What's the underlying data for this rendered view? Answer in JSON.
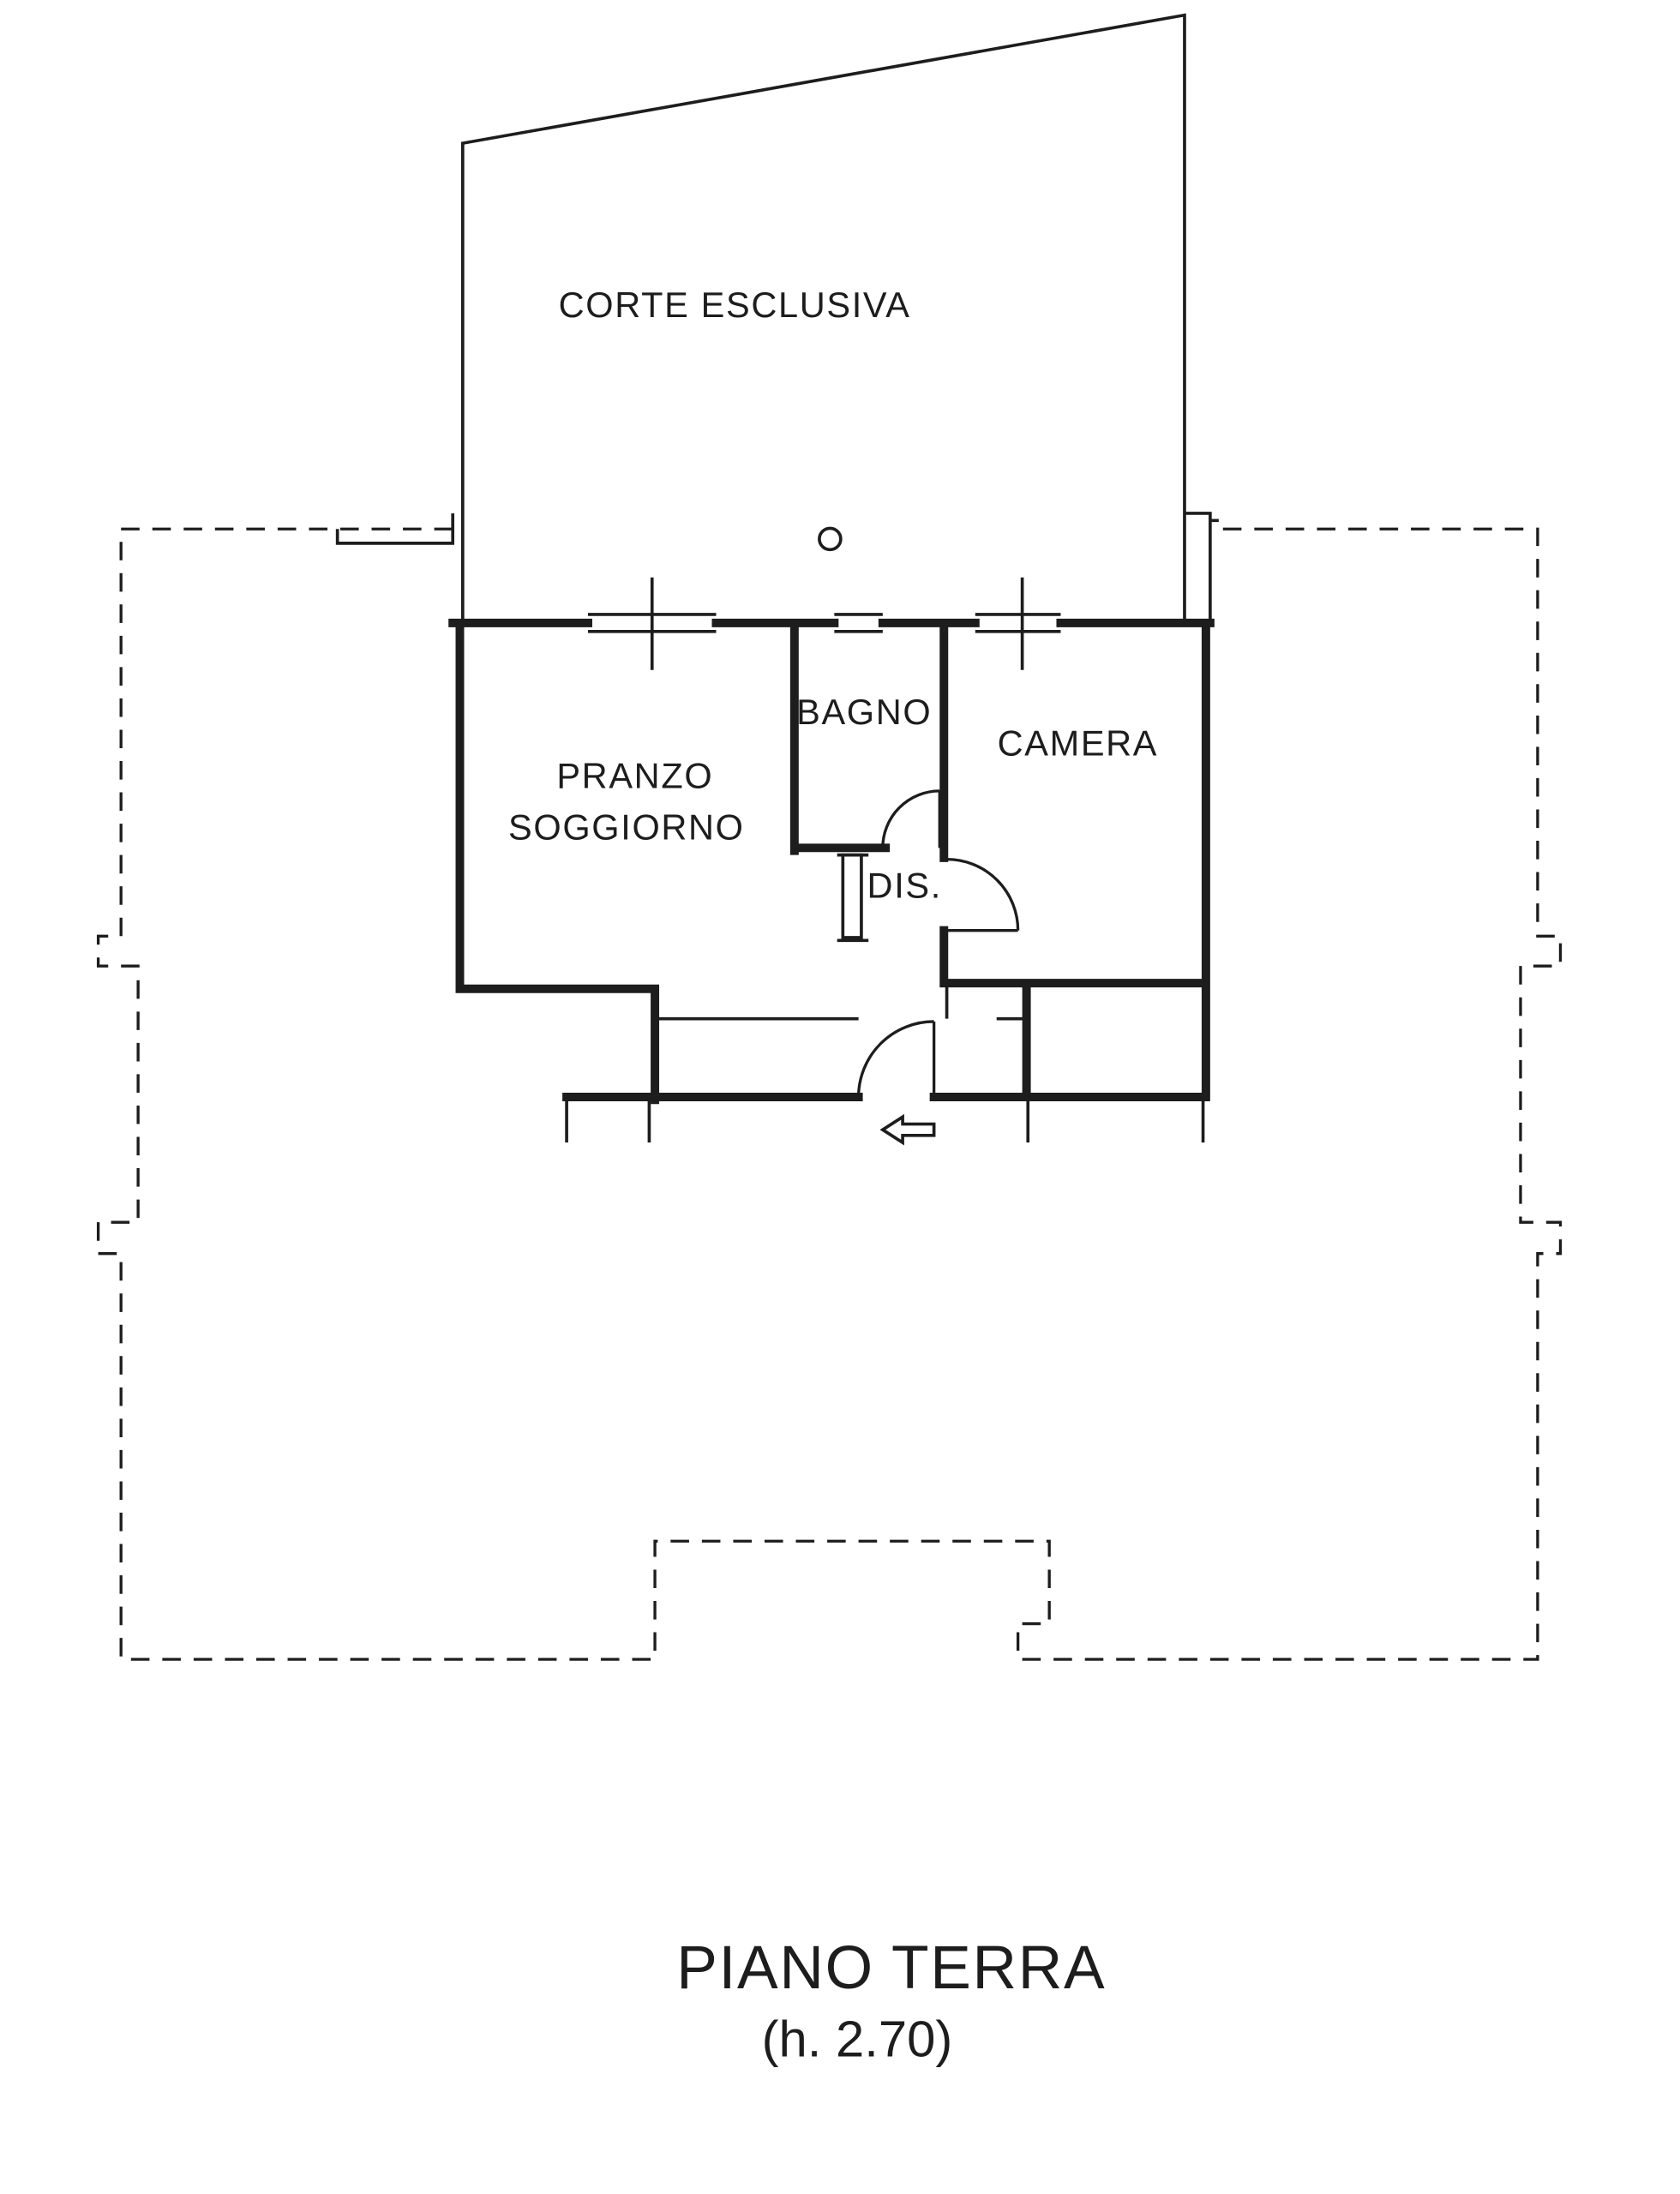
{
  "plan": {
    "title": "PIANO TERRA",
    "height_note": "(h. 2.70)",
    "rooms": {
      "corte": "CORTE ESCLUSIVA",
      "pranzo_line1": "PRANZO",
      "pranzo_line2": "SOGGIORNO",
      "bagno": "BAGNO",
      "camera": "CAMERA",
      "dis": "DIS."
    }
  },
  "colors": {
    "line": "#1d1d1d",
    "background": "#ffffff"
  }
}
